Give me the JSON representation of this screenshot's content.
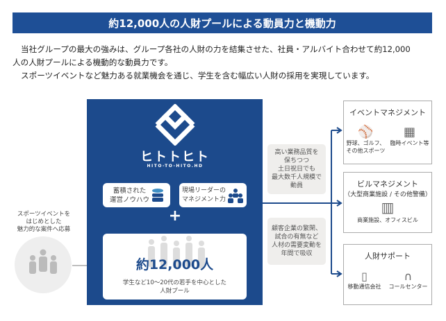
{
  "title": "約12,000人の人財プールによる動員力と機動力",
  "intro": [
    "当社グループの最大の強みは、グループ各社の人財の力を結集させた、社員・アルバイト合わせて約12,000",
    "人の人財プールによる機動的な動員力です。",
    "スポーツイベントなど魅力ある就業機会を通じ、学生を含む幅広い人財の採用を実現しています。"
  ],
  "logo": {
    "name": "ヒトトヒト",
    "sub": "HITO-TO-HITO.HD"
  },
  "strengths": [
    {
      "lines": [
        "蓄積された",
        "運営ノウハウ"
      ],
      "icon": "database-icon"
    },
    {
      "lines": [
        "現場リーダーの",
        "マネジメント力"
      ],
      "icon": "team-icon"
    }
  ],
  "plus": "+",
  "pool": {
    "count": "約12,000人",
    "desc": [
      "学生など10～20代の若手を中心とした",
      "人財プール"
    ]
  },
  "applicants": {
    "lines": [
      "スポーツイベントを",
      "はじめとした",
      "魅力的な案件へ応募"
    ]
  },
  "bubbles": [
    [
      "高い業務品質を",
      "保ちつつ",
      "土日祝日でも",
      "最大数千人規模で",
      "動員"
    ],
    [
      "顧客企業の繁閑、",
      "試合の有無など",
      "人材の需要変動を",
      "年間で吸収"
    ]
  ],
  "segments": [
    {
      "title": "イベントマネジメント",
      "items": [
        {
          "label": [
            "野球、ゴルフ、",
            "その他スポーツ"
          ],
          "icon": "baseball-bat-icon"
        },
        {
          "label": [
            "臨時イベント等"
          ],
          "icon": "stage-icon"
        }
      ]
    },
    {
      "title": "ビルマネジメント",
      "subtitle": "（大型商業施設 / その他警備）",
      "items": [
        {
          "label": [
            "商業施設、オフィスビル"
          ],
          "icon": "building-icon"
        }
      ]
    },
    {
      "title": "人財サポート",
      "items": [
        {
          "label": [
            "移動通信会社"
          ],
          "icon": "smartphone-icon"
        },
        {
          "label": [
            "コールセンター"
          ],
          "icon": "headset-icon"
        }
      ]
    }
  ],
  "colors": {
    "primary": "#1c4a8c",
    "bubble": "#efeeec"
  }
}
